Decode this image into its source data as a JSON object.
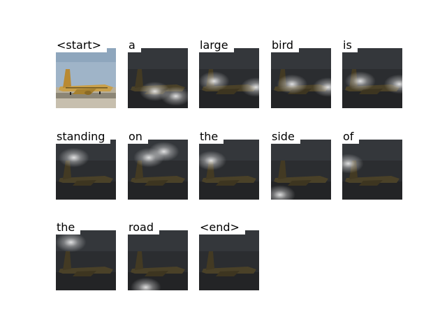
{
  "figure": {
    "words": [
      "<start>",
      "a",
      "large",
      "bird",
      "is",
      "standing",
      "on",
      "the",
      "side",
      "of",
      "the",
      "road",
      "<end>"
    ],
    "attention_highlights": [
      [],
      [
        [
          0.45,
          0.72
        ],
        [
          0.8,
          0.8
        ]
      ],
      [
        [
          0.25,
          0.55
        ],
        [
          0.95,
          0.65
        ]
      ],
      [
        [
          0.35,
          0.6
        ],
        [
          0.95,
          0.65
        ]
      ],
      [
        [
          0.3,
          0.55
        ],
        [
          0.95,
          0.6
        ]
      ],
      [
        [
          0.3,
          0.3
        ]
      ],
      [
        [
          0.35,
          0.3
        ],
        [
          0.6,
          0.2
        ]
      ],
      [
        [
          0.2,
          0.35
        ]
      ],
      [
        [
          0.15,
          0.92
        ]
      ],
      [
        [
          0.1,
          0.4
        ]
      ],
      [
        [
          0.25,
          0.2
        ]
      ],
      [
        [
          0.3,
          0.95
        ]
      ],
      []
    ]
  }
}
